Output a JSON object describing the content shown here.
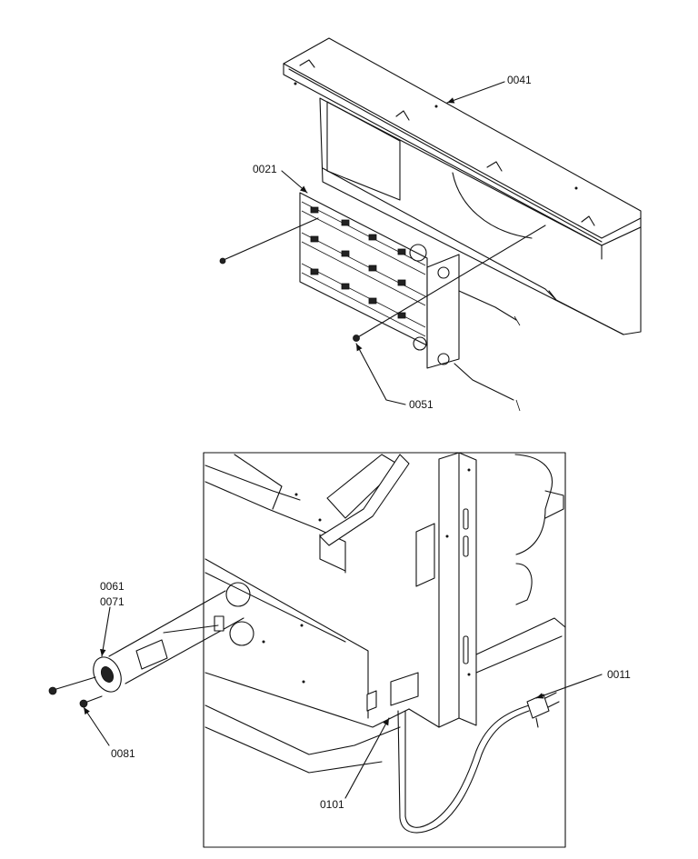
{
  "diagram": {
    "callouts": [
      {
        "id": "0041",
        "text": "0041"
      },
      {
        "id": "0021",
        "text": "0021"
      },
      {
        "id": "0051",
        "text": "0051"
      },
      {
        "id": "0061",
        "text": "0061"
      },
      {
        "id": "0071",
        "text": "0071"
      },
      {
        "id": "0011",
        "text": "0011"
      },
      {
        "id": "0081",
        "text": "0081"
      },
      {
        "id": "0101",
        "text": "0101"
      }
    ]
  }
}
